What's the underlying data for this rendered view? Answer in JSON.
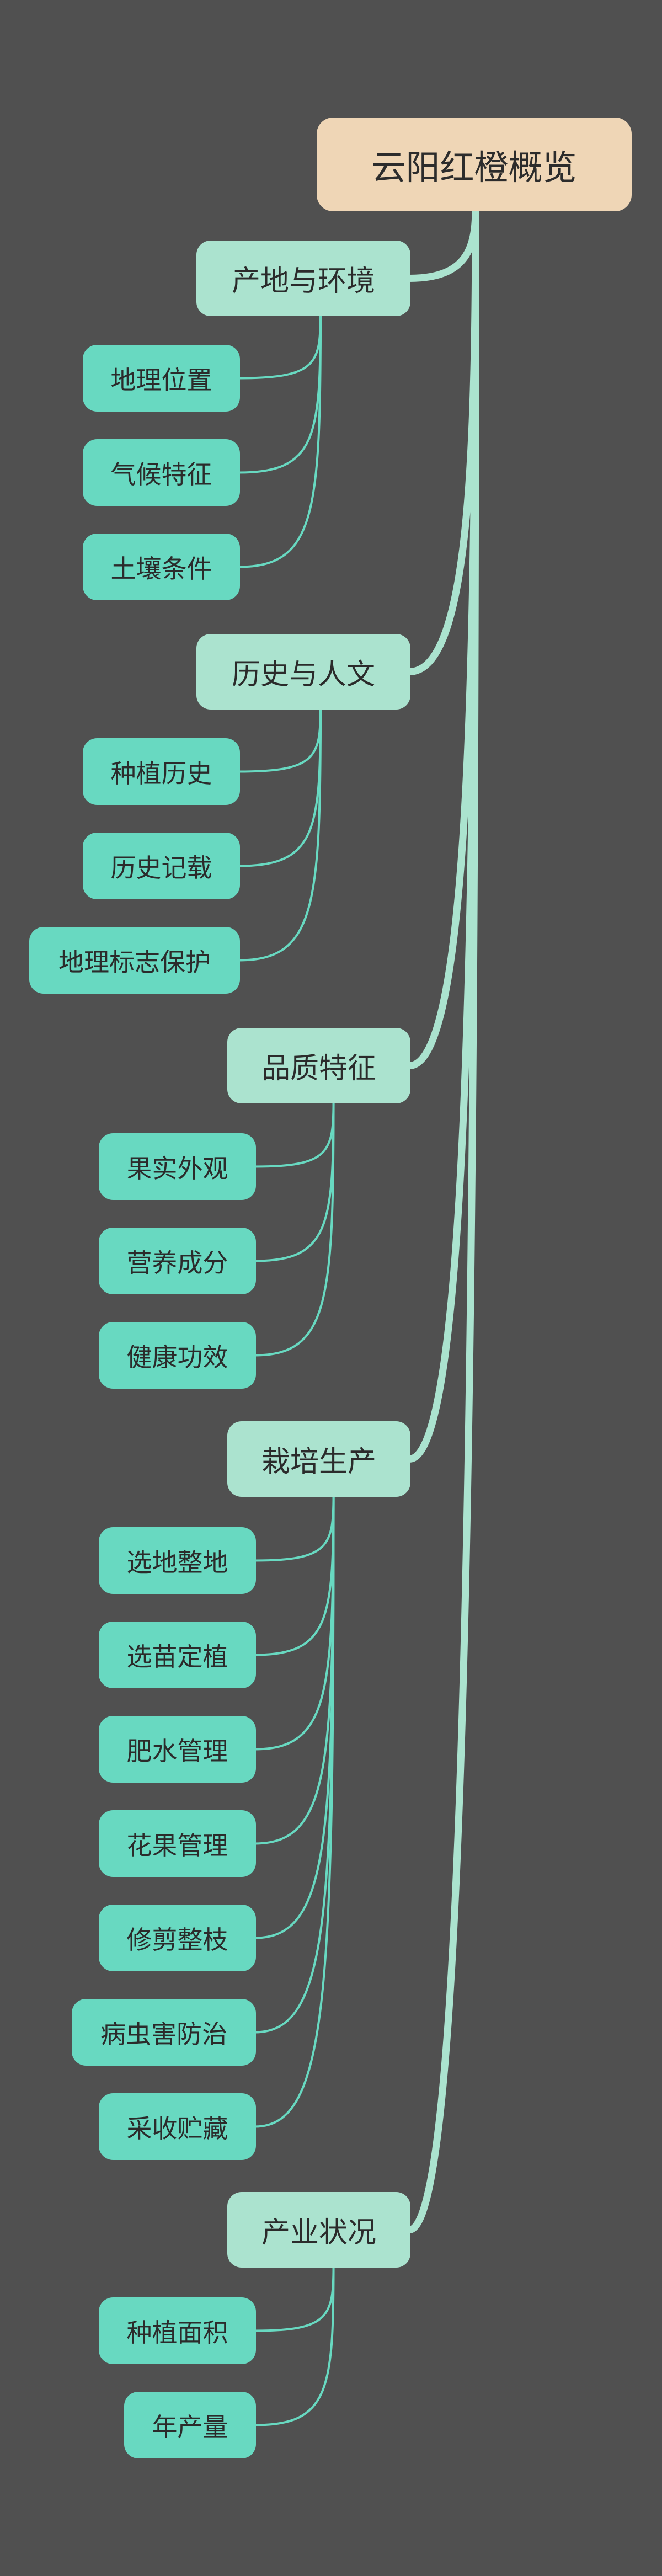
{
  "root": {
    "label": "云阳红橙概览"
  },
  "branches": [
    {
      "label": "产地与环境",
      "children": [
        {
          "label": "地理位置"
        },
        {
          "label": "气候特征"
        },
        {
          "label": "土壤条件"
        }
      ]
    },
    {
      "label": "历史与人文",
      "children": [
        {
          "label": "种植历史"
        },
        {
          "label": "历史记载"
        },
        {
          "label": "地理标志保护"
        }
      ]
    },
    {
      "label": "品质特征",
      "children": [
        {
          "label": "果实外观"
        },
        {
          "label": "营养成分"
        },
        {
          "label": "健康功效"
        }
      ]
    },
    {
      "label": "栽培生产",
      "children": [
        {
          "label": "选地整地"
        },
        {
          "label": "选苗定植"
        },
        {
          "label": "肥水管理"
        },
        {
          "label": "花果管理"
        },
        {
          "label": "修剪整枝"
        },
        {
          "label": "病虫害防治"
        },
        {
          "label": "采收贮藏"
        }
      ]
    },
    {
      "label": "产业状况",
      "children": [
        {
          "label": "种植面积"
        },
        {
          "label": "年产量"
        }
      ]
    }
  ],
  "colors": {
    "background": "#505050",
    "root_fill": "#efd6b6",
    "branch_fill": "#abe3cf",
    "leaf_fill": "#68d9c1",
    "main_connector": "#abe3cf",
    "leaf_connector": "#68d9c1"
  }
}
